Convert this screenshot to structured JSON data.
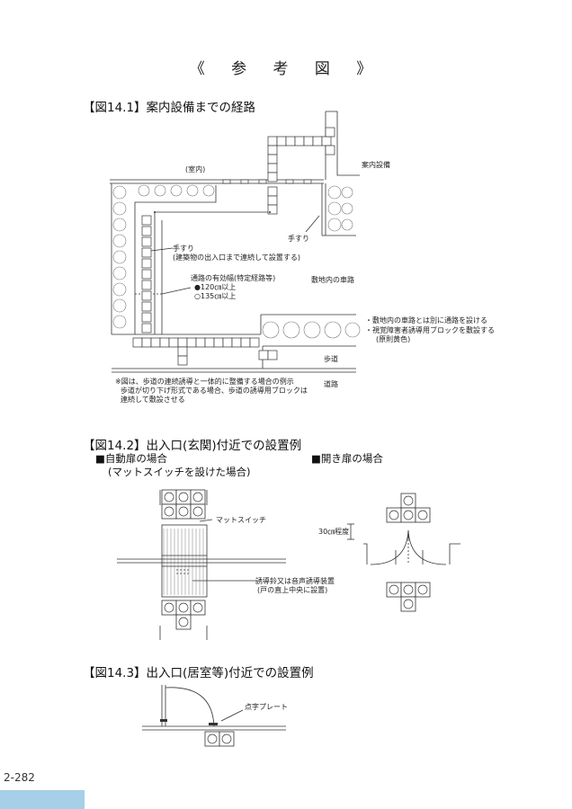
{
  "page_title": "《 参 考 図 》",
  "fig1": {
    "heading": "【図14.1】案内設備までの経路",
    "label_room": "(室内)",
    "label_guide_facility": "案内設備",
    "label_handrail_right": "手すり",
    "label_handrail": "手すり",
    "label_handrail_note": "(建築物の出入口まで連続して設置する)",
    "label_width": "通路の有効幅(特定経路等)",
    "label_width_1": "●120㎝以上",
    "label_width_2": "○135㎝以上",
    "label_site_road": "敷地内の車路",
    "note_1": "・敷地内の車路とは別に通路を設ける",
    "note_2": "・視覚障害者誘導用ブロックを敷設する",
    "note_3": "(原則黄色)",
    "label_sidewalk": "歩道",
    "label_road": "道路",
    "footnote_1": "※図は、歩道の連続誘導と一体的に整備する場合の例示",
    "footnote_2": "歩道が切り下げ形式である場合、歩道の誘導用ブロックは",
    "footnote_3": "連続して敷設させる"
  },
  "fig2": {
    "heading": "【図14.2】出入口(玄関)付近での設置例",
    "auto_door_title": "■自動扉の場合",
    "auto_door_sub": "(マットスイッチを設けた場合)",
    "swing_door_title": "■開き扉の場合",
    "label_mat_switch": "マットスイッチ",
    "label_distance": "30㎝程度",
    "label_chime": "誘導鈴又は音声誘導装置",
    "label_chime_sub": "(戸の直上中央に設置)"
  },
  "fig3": {
    "heading": "【図14.3】出入口(居室等)付近での設置例",
    "label_braille_plate": "点字プレート"
  },
  "page_number": "2-282",
  "colors": {
    "footer_tab": "#a6cfe8",
    "line": "#333333",
    "block_fill": "#ffffff",
    "hatch": "#555555"
  }
}
